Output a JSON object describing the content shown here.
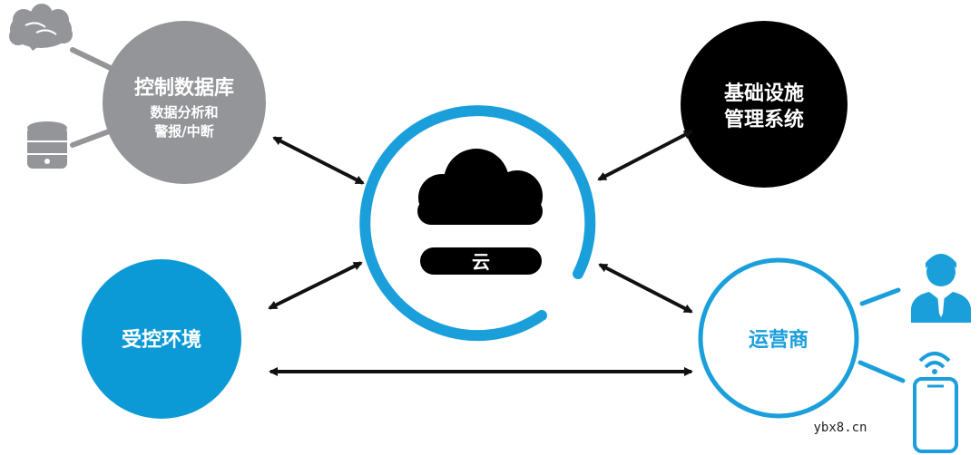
{
  "nodes": {
    "control_db": {
      "title": "控制数据库",
      "sub_line1": "数据分析和",
      "sub_line2": "警报/中断",
      "color": "#939598"
    },
    "infrastructure": {
      "line1": "基础设施",
      "line2": "管理系统",
      "color": "#000000"
    },
    "cloud": {
      "label": "云",
      "ring_color": "#1a9fdb"
    },
    "controlled_env": {
      "label": "受控环境",
      "color": "#0c9ad6"
    },
    "operator": {
      "label": "运营商",
      "color": "#1a9fdb"
    }
  },
  "icons": {
    "brain": "brain-icon",
    "database": "database-icon",
    "person": "person-icon",
    "phone": "mobile-phone-icon"
  },
  "watermark": "ybx8.cn"
}
